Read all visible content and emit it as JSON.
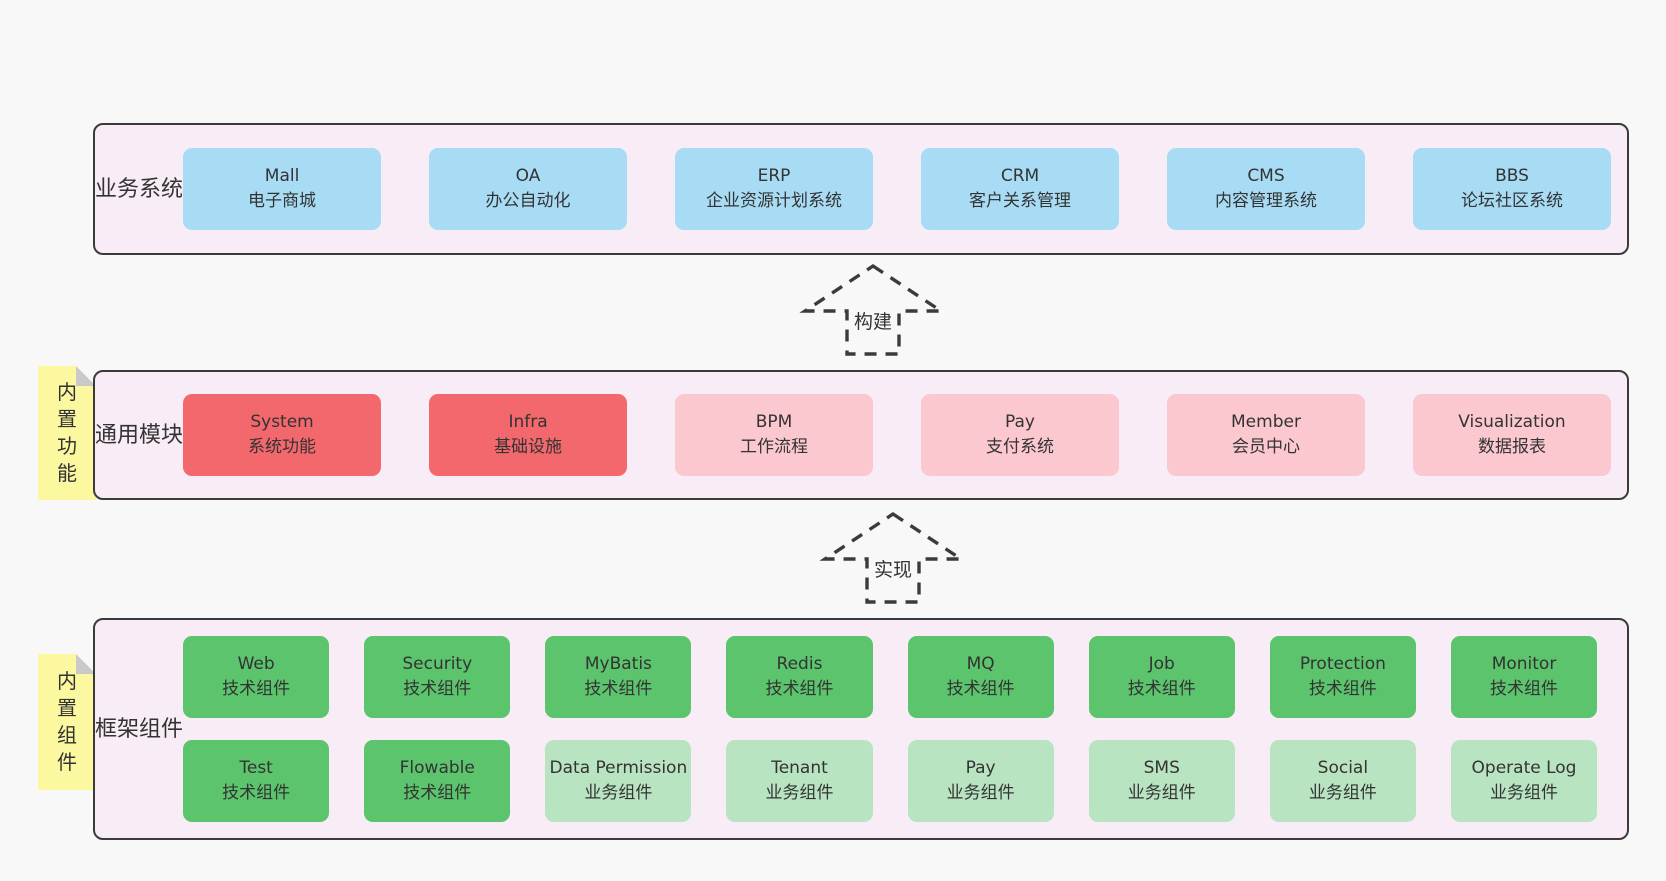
{
  "diagram": {
    "colors": {
      "page_background": "#f8f8f8",
      "layer_background": "#f8ecf6",
      "layer_border": "#3b3b3b",
      "box_blue": "#a8dcf5",
      "box_red": "#f3686c",
      "box_pink": "#fcc8d0",
      "box_green": "#5bc46c",
      "box_lightgreen": "#b9e4c1",
      "note_yellow": "#fbf8a0",
      "note_fold_gray": "#c9c9c9",
      "text": "#333333"
    },
    "arrows": [
      {
        "label": "构建"
      },
      {
        "label": "实现"
      }
    ],
    "layers": [
      {
        "label": "业务系统",
        "note": null,
        "rows": [
          [
            {
              "name": "Mall",
              "desc": "电子商城",
              "variant": "blue"
            },
            {
              "name": "OA",
              "desc": "办公自动化",
              "variant": "blue"
            },
            {
              "name": "ERP",
              "desc": "企业资源计划系统",
              "variant": "blue"
            },
            {
              "name": "CRM",
              "desc": "客户关系管理",
              "variant": "blue"
            },
            {
              "name": "CMS",
              "desc": "内容管理系统",
              "variant": "blue"
            },
            {
              "name": "BBS",
              "desc": "论坛社区系统",
              "variant": "blue"
            }
          ]
        ]
      },
      {
        "label": "通用模块",
        "note": "内置功能",
        "rows": [
          [
            {
              "name": "System",
              "desc": "系统功能",
              "variant": "red"
            },
            {
              "name": "Infra",
              "desc": "基础设施",
              "variant": "red"
            },
            {
              "name": "BPM",
              "desc": "工作流程",
              "variant": "pink"
            },
            {
              "name": "Pay",
              "desc": "支付系统",
              "variant": "pink"
            },
            {
              "name": "Member",
              "desc": "会员中心",
              "variant": "pink"
            },
            {
              "name": "Visualization",
              "desc": "数据报表",
              "variant": "pink"
            }
          ]
        ]
      },
      {
        "label": "框架组件",
        "note": "内置组件",
        "rows": [
          [
            {
              "name": "Web",
              "desc": "技术组件",
              "variant": "green"
            },
            {
              "name": "Security",
              "desc": "技术组件",
              "variant": "green"
            },
            {
              "name": "MyBatis",
              "desc": "技术组件",
              "variant": "green"
            },
            {
              "name": "Redis",
              "desc": "技术组件",
              "variant": "green"
            },
            {
              "name": "MQ",
              "desc": "技术组件",
              "variant": "green"
            },
            {
              "name": "Job",
              "desc": "技术组件",
              "variant": "green"
            },
            {
              "name": "Protection",
              "desc": "技术组件",
              "variant": "green"
            },
            {
              "name": "Monitor",
              "desc": "技术组件",
              "variant": "green"
            }
          ],
          [
            {
              "name": "Test",
              "desc": "技术组件",
              "variant": "green"
            },
            {
              "name": "Flowable",
              "desc": "技术组件",
              "variant": "green"
            },
            {
              "name": "Data Permission",
              "desc": "业务组件",
              "variant": "lightgreen"
            },
            {
              "name": "Tenant",
              "desc": "业务组件",
              "variant": "lightgreen"
            },
            {
              "name": "Pay",
              "desc": "业务组件",
              "variant": "lightgreen"
            },
            {
              "name": "SMS",
              "desc": "业务组件",
              "variant": "lightgreen"
            },
            {
              "name": "Social",
              "desc": "业务组件",
              "variant": "lightgreen"
            },
            {
              "name": "Operate Log",
              "desc": "业务组件",
              "variant": "lightgreen"
            }
          ]
        ]
      }
    ]
  }
}
